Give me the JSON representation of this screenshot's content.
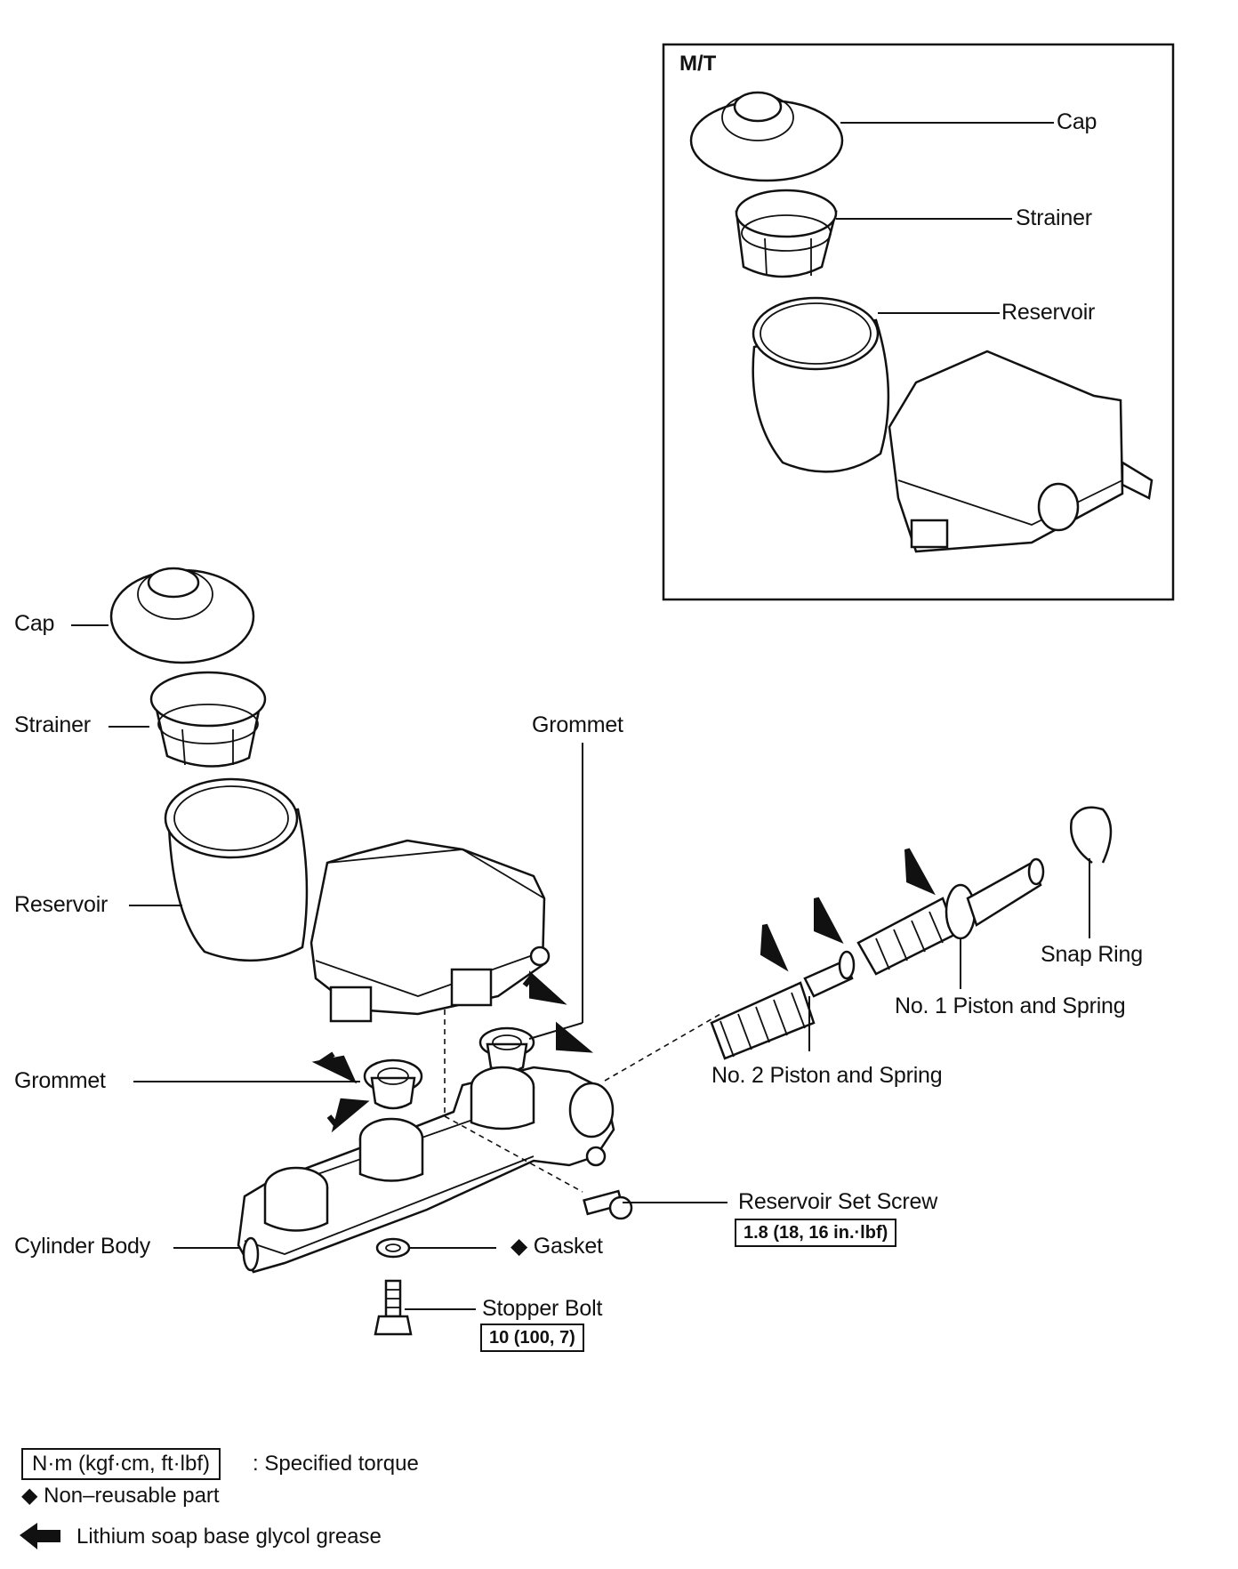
{
  "inset": {
    "title": "M/T",
    "labels": {
      "cap": "Cap",
      "strainer": "Strainer",
      "reservoir": "Reservoir"
    }
  },
  "main": {
    "labels": {
      "cap": "Cap",
      "strainer": "Strainer",
      "reservoir": "Reservoir",
      "grommet_top": "Grommet",
      "grommet_left": "Grommet",
      "snap_ring": "Snap Ring",
      "no1_piston": "No. 1 Piston and Spring",
      "no2_piston": "No. 2 Piston and Spring",
      "reservoir_set_screw": "Reservoir Set Screw",
      "cylinder_body": "Cylinder Body",
      "gasket": "◆ Gasket",
      "stopper_bolt": "Stopper Bolt"
    },
    "torques": {
      "reservoir_set_screw": "1.8 (18, 16 in.·lbf)",
      "stopper_bolt": "10 (100, 7)"
    }
  },
  "legend": {
    "torque_unit": "N·m (kgf·cm, ft·lbf)",
    "torque_desc": ": Specified torque",
    "non_reusable": "◆ Non–reusable part",
    "grease": "Lithium soap base glycol grease"
  }
}
